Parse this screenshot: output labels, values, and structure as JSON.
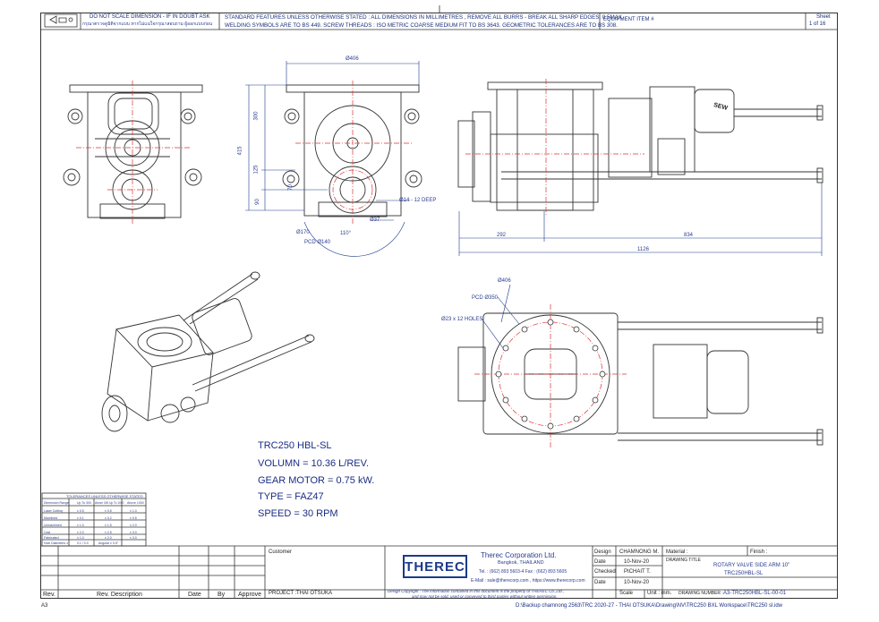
{
  "header": {
    "warn1": "DO NOT SCALE DIMENSION - IF IN DOUBT ASK",
    "warn2": "กรุณาตรวจดูมิติจากแบบ หากไม่แน่ใจกรุณาสอบถาม ผู้ออกแบบก่อน",
    "std1": "STANDARD FEATURES UNLESS OTHERWISE STATED : ALL DIMENSIONS IN MILLIMETRES , REMOVE ALL BURRS - BREAK ALL SHARP EDGES, 0.5MAX.",
    "std2": "WELDING  SYMBOLS  ARE  TO  BS  449.  SCREW THREADS : ISO METRIC COARSE MEDIUM FIT TO BS 3643. GEOMETRIC TOLERANCES ARE TO BS 308.",
    "equipment_label": "EQUIPMENT ITEM #",
    "sheet_label": "Sheet",
    "sheet_value": "1 of 16"
  },
  "dimensions": {
    "d406_top": "Ø406",
    "d300": "300",
    "d415": "415",
    "d125": "125",
    "d70": "70",
    "d90": "90",
    "d14": "Ø14 - 12 DEEP",
    "d170": "Ø170",
    "d37": "Ø37",
    "d110": "110°",
    "pcd140": "PCD Ø140",
    "d292": "292",
    "d834": "834",
    "d1126": "1126",
    "d406_plan": "Ø406",
    "pcd350": "PCD Ø350",
    "holes": "Ø23  x 12 HOLES",
    "sew": "SEW"
  },
  "specs": [
    "TRC250 HBL-SL",
    "VOLUMN = 10.36 L/REV.",
    "GEAR MOTOR = 0.75 kW.",
    "TYPE = FAZ47",
    "SPEED = 30 RPM"
  ],
  "tolerance": {
    "title": "TOLERANCES UNLESS OTHERWISE STATED",
    "headers": [
      "Dimension Range",
      "Up To 300",
      "Above 300 Up To 1000",
      "Above 1000"
    ],
    "rows": [
      [
        "Laser Cutting",
        "± 0.5",
        "± 0.5",
        "± 1.0"
      ],
      [
        "Machined",
        "± 0.1",
        "± 0.2",
        "± 0.5"
      ],
      [
        "Unmachined",
        "± 1.0",
        "± 1.5",
        "± 2.0"
      ],
      [
        "Cast",
        "± 2.0",
        "± 2.5",
        "± 3.0"
      ],
      [
        "Fabricated",
        "± 1.0",
        "± 2.0",
        "± 3.0"
      ],
      [
        "Hole Diameters ±",
        "0.1 / 0.0",
        "Angular ± 0.5°",
        ""
      ]
    ]
  },
  "revision": {
    "rev": "Rev.",
    "desc": "Rev. Description",
    "date": "Date",
    "by": "By",
    "approve": "Approve"
  },
  "customer": {
    "label": "Customer",
    "project_label": "PROJECT :",
    "project": "THAI OTSUKA"
  },
  "company": {
    "logo": "THEREC",
    "name": "Therec Corporation Ltd.",
    "city": "Bangkok, THAILAND",
    "tel": "Tel. : (662) 893 5603-4     Fax : (662) 893 5605",
    "email": "E-Mail : sale@therecorp.com , https://www.therecorp.com",
    "copyright1": "Design Copyright : The information contained in this document is the property of THEREC Co.,Ltd.,",
    "copyright2": "and may not be sold, used or conveyed to third parties without written permission."
  },
  "signoff": {
    "design_label": "Design",
    "design_name": "CHAMNONG M.",
    "date_label": "Date",
    "design_date": "10-Nov-20",
    "checked_label": "Checked",
    "checked_name": "PICHAIT T.",
    "checked_date": "10-Nov-20"
  },
  "title_block": {
    "material_label": "Material :",
    "finish_label": "Finish :",
    "title_label": "DRAWING TITLE",
    "title1": "ROTARY VALVE SIDE ARM 10\"",
    "title2": "TRC250HBL-SL",
    "scale_label": "Scale",
    "unit_label": "Unit : mm.",
    "number_label": "DRAWING NUMBER :",
    "number": "A3-TRC250HBL-SL-00-01"
  },
  "footer": {
    "size": "A3",
    "path": "D:\\Backup chamnong 2563\\TRC 2020-27 - THAI OTSUKA\\Drawing\\NV\\TRC250 BXL Workspace\\TRC250 sl.idw"
  }
}
